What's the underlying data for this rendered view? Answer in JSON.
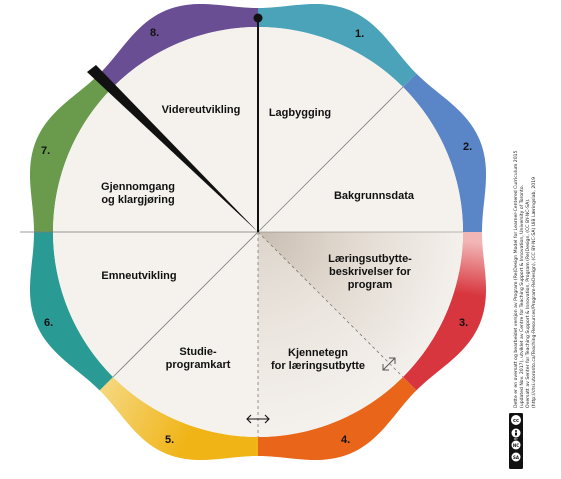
{
  "wheel": {
    "segments": [
      {
        "number": "1.",
        "label": [
          "Lagbygging"
        ],
        "color": "#4aa3b8"
      },
      {
        "number": "2.",
        "label": [
          "Bakgrunnsdata"
        ],
        "color": "#5a86c8"
      },
      {
        "number": "3.",
        "label": [
          "Læringsutbytte-",
          "beskrivelser for",
          "program"
        ],
        "color": "#d8363e"
      },
      {
        "number": "4.",
        "label": [
          "Kjennetegn",
          "for læringsutbytte"
        ],
        "color": "#e8651a"
      },
      {
        "number": "5.",
        "label": [
          "Studie-",
          "programkart"
        ],
        "color": "#f0b416"
      },
      {
        "number": "6.",
        "label": [
          "Emneutvikling"
        ],
        "color": "#2a9a94"
      },
      {
        "number": "7.",
        "label": [
          "Gjennomgang",
          "og klargjøring"
        ],
        "color": "#6a9a4c"
      },
      {
        "number": "8.",
        "label": [
          "Videreutvikling"
        ],
        "color": "#6a4e94"
      }
    ],
    "icons": [
      "pin-icon",
      "diagonal-resize-icon",
      "horizontal-resize-icon"
    ]
  },
  "credits": {
    "lines": [
      "Dette er en oversatt og bearbeidet versjon av Program (Re)Design Model for Learner-Centered Curriculum 2015",
      "(updated Nov. 2017), utviklet av Centre for Teaching Support & Innovation, University of Toronto.",
      "Oversatt av Senter for Teaching Support & Innovation, Program (Re)Design, (CC BY-NC-SA).",
      "(http://ctsi.utoronto.ca/Teaching-Resources/Program-ReDesign), (CC BY-NC-SA) UiB Læringslab, 2019"
    ],
    "license": {
      "cc": "cc",
      "by": "BY",
      "nc": "NC",
      "sa": "SA"
    }
  }
}
